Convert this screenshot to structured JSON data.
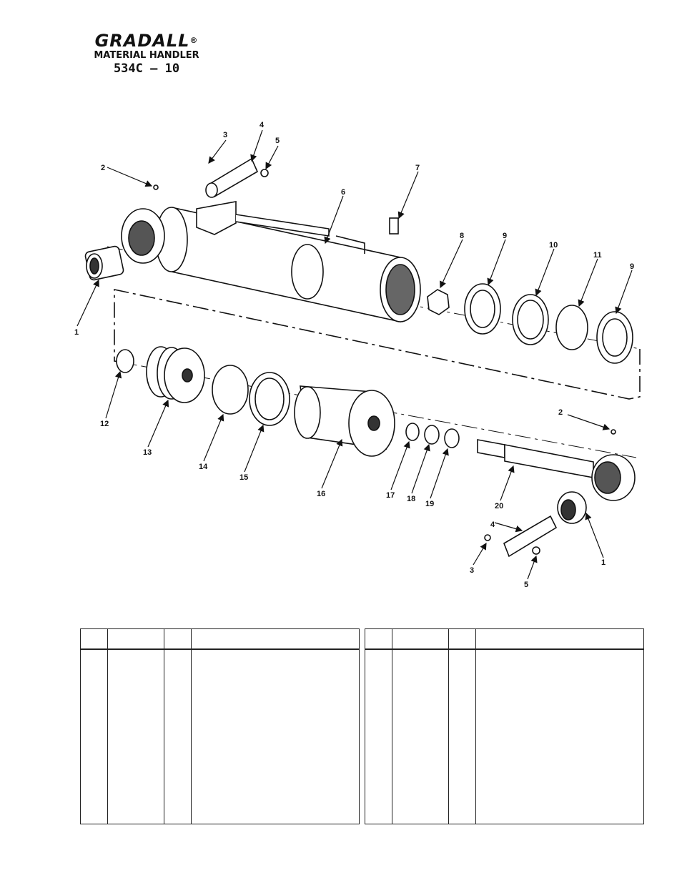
{
  "header": {
    "brand": "GRADALL",
    "registered_mark": "®",
    "subtitle": "MATERIAL HANDLER",
    "model": "534C – 10"
  },
  "diagram": {
    "callouts": [
      "1",
      "2",
      "3",
      "4",
      "5",
      "6",
      "7",
      "8",
      "9",
      "10",
      "11",
      "9",
      "12",
      "13",
      "14",
      "15",
      "16",
      "17",
      "18",
      "19",
      "20",
      "2",
      "1",
      "4",
      "3",
      "5"
    ]
  },
  "parts_table": {
    "left": {
      "headers": [
        "",
        "",
        "",
        ""
      ],
      "rows": [
        [
          "",
          "",
          "",
          ""
        ]
      ]
    },
    "right": {
      "headers": [
        "",
        "",
        "",
        ""
      ],
      "rows": [
        [
          "",
          "",
          "",
          ""
        ]
      ]
    }
  }
}
